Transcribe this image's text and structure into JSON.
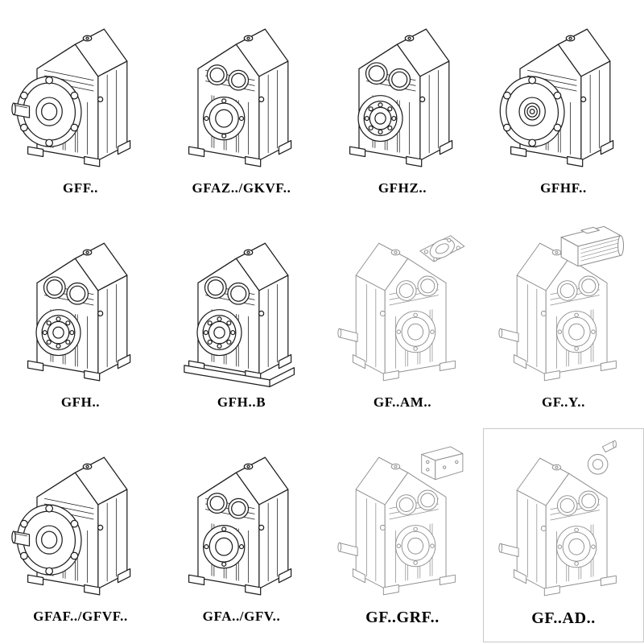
{
  "colors": {
    "line_dark": "#1d1d1d",
    "line_light": "#8f8f8f",
    "label": "#000000",
    "background": "#ffffff"
  },
  "products": [
    {
      "label": "GFF..",
      "variant": "flange-with-solid-shaft"
    },
    {
      "label": "GFAZ../GKVF..",
      "variant": "hollow-shaft"
    },
    {
      "label": "GFHZ..",
      "variant": "hollow-shaft-bearing"
    },
    {
      "label": "GFHF..",
      "variant": "flange-hollow"
    },
    {
      "label": "GFH..",
      "variant": "foot-mounted-bearing"
    },
    {
      "label": "GFH..B",
      "variant": "foot-mounted-baseplate"
    },
    {
      "label": "GF..AM..",
      "variant": "shaft-mounted-motor-flange"
    },
    {
      "label": "GF..Y..",
      "variant": "motorized"
    },
    {
      "label": "GFAF../GFVF..",
      "variant": "flange-with-solid-shaft"
    },
    {
      "label": "GFA../GFV..",
      "variant": "hollow-shaft"
    },
    {
      "label": "GF..GRF..",
      "variant": "cover-box-input"
    },
    {
      "label": "GF..AD..",
      "variant": "input-shaft-adapter"
    }
  ]
}
